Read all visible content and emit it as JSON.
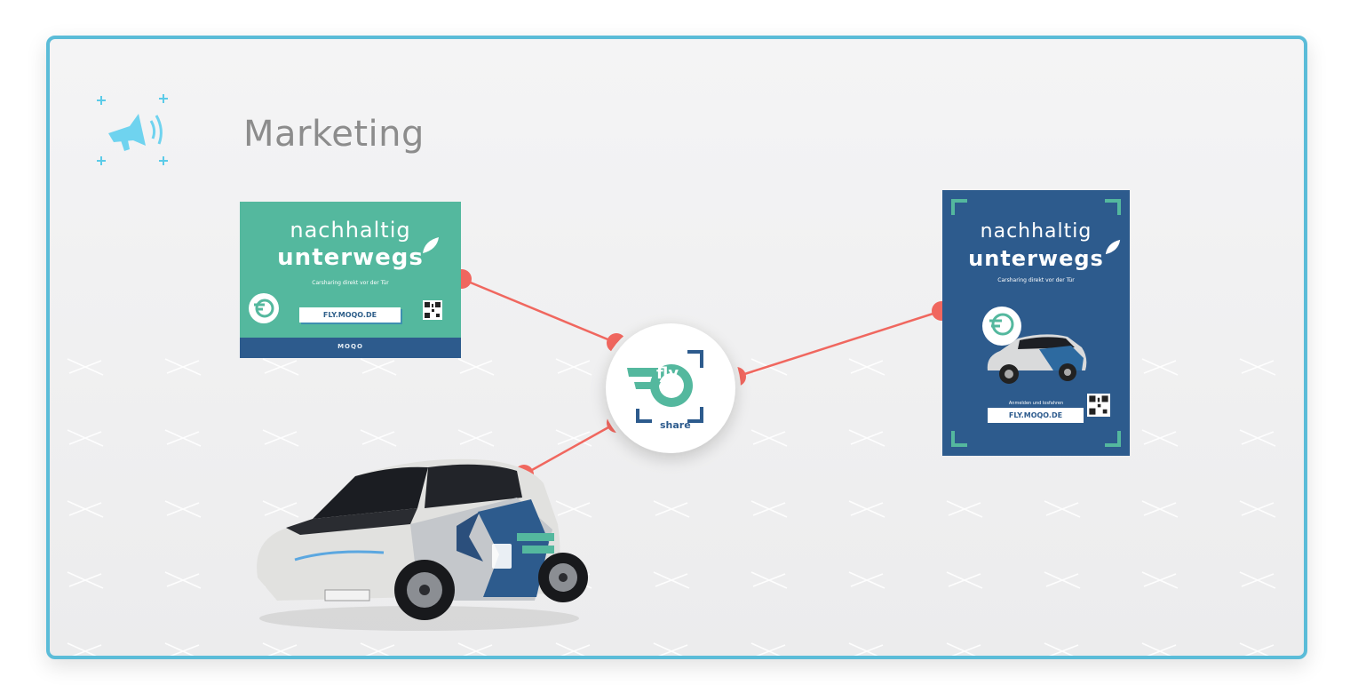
{
  "header": {
    "title": "Marketing",
    "icon": "megaphone-icon"
  },
  "flyer": {
    "headline_top": "nachhaltig",
    "headline_bottom": "unterwegs",
    "tagline": "Carsharing direkt vor der Tür",
    "url": "FLY.MOQO.DE",
    "footer_brand": "MOQO"
  },
  "poster": {
    "headline_top": "nachhaltig",
    "headline_bottom": "unterwegs",
    "tagline": "Carsharing direkt vor der Tür",
    "cta": "Anmelden und losfahren",
    "url": "FLY.MOQO.DE"
  },
  "hub": {
    "logo_word": "fly",
    "logo_sub": "share"
  },
  "colors": {
    "border": "#5bbcd8",
    "green": "#54b89e",
    "blue": "#2d5b8d",
    "connector": "#f0675f",
    "title": "#8c8c8c"
  }
}
